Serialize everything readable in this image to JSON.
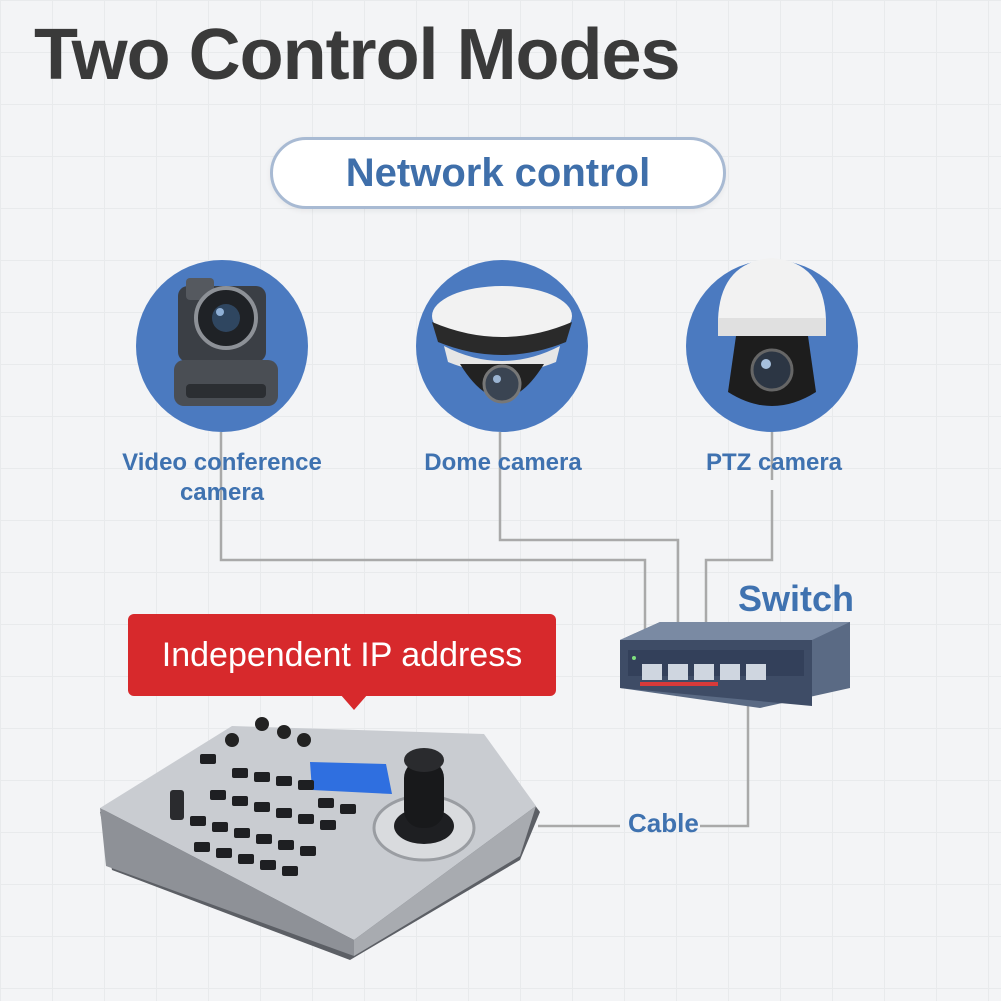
{
  "title": "Two Control Modes",
  "mode_label": "Network control",
  "devices": {
    "video_conference": {
      "label_line1": "Video conference",
      "label_line2": "camera"
    },
    "dome": {
      "label": "Dome camera"
    },
    "ptz": {
      "label": "PTZ camera"
    }
  },
  "switch_label": "Switch",
  "callout": "Independent IP address",
  "cable_label": "Cable",
  "colors": {
    "accent_blue": "#3f72b0",
    "circle_blue": "#4b7ac0",
    "callout_red": "#d7292c",
    "wire_gray": "#a9a9a9"
  }
}
